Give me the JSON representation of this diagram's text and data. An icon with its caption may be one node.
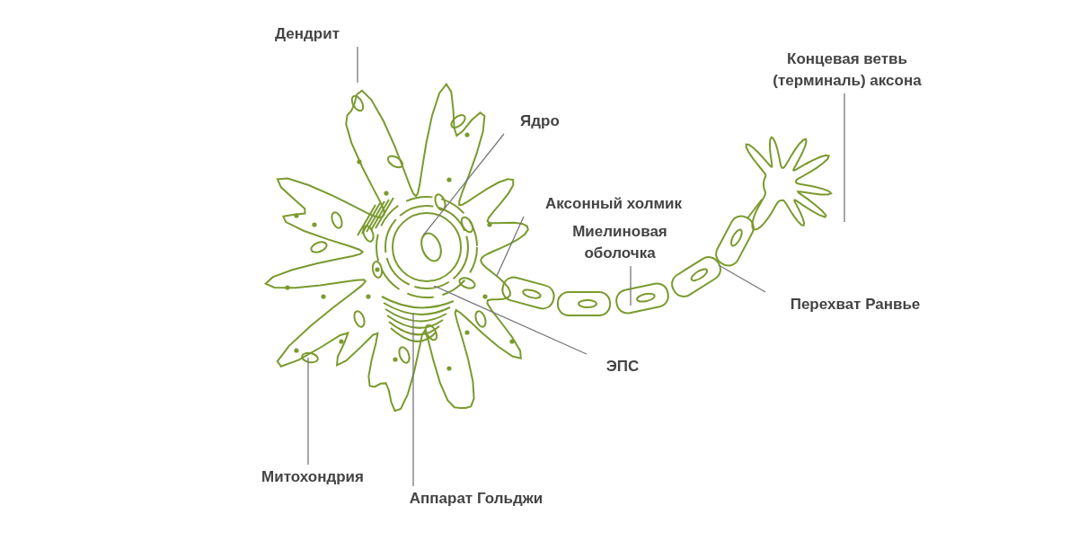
{
  "diagram": {
    "nodes": [
      {
        "text": [
          "Дендрит"
        ]
      },
      {
        "text": [
          "Ядро"
        ]
      },
      {
        "text": [
          "Аксонный холмик"
        ]
      },
      {
        "text": [
          "Миелиновая оболочка"
        ]
      },
      {
        "text": [
          "Концевая ветвь (терминаль) аксона"
        ]
      },
      {
        "text": [
          "Перехват Ранвье"
        ]
      },
      {
        "text": [
          "ЭПС"
        ]
      },
      {
        "text": [
          "Митохондрия"
        ]
      },
      {
        "text": [
          "Аппарат Гольджи"
        ]
      }
    ],
    "edges": [
      {
        "from": 0,
        "to": null,
        "arrow": "none"
      },
      {
        "from": 1,
        "to": null,
        "arrow": "none"
      },
      {
        "from": 2,
        "to": null,
        "arrow": "none"
      },
      {
        "from": 3,
        "to": null,
        "arrow": "none"
      },
      {
        "from": 4,
        "to": null,
        "arrow": "none"
      },
      {
        "from": 5,
        "to": null,
        "arrow": "none"
      },
      {
        "from": 6,
        "to": null,
        "arrow": "none"
      },
      {
        "from": 7,
        "to": null,
        "arrow": "none"
      },
      {
        "from": 8,
        "to": null,
        "arrow": "none"
      }
    ]
  }
}
